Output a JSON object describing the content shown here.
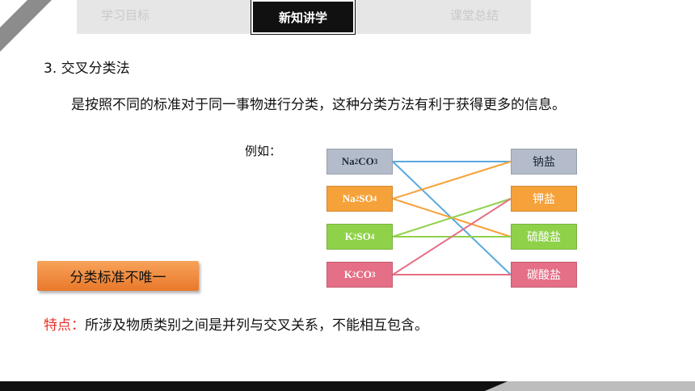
{
  "nav": {
    "tabs": [
      "学习目标",
      "新知讲学",
      "课堂总结"
    ],
    "active_index": 1
  },
  "section_title": "3. 交叉分类法",
  "description": "是按照不同的标准对于同一事物进行分类，这种分类方法有利于获得更多的信息。",
  "example_label": "例如：",
  "compounds": [
    {
      "name": "Na2CO3",
      "parts": [
        "Na",
        "2",
        "CO",
        "3"
      ],
      "color": "#b4bccb"
    },
    {
      "name": "Na2SO4",
      "parts": [
        "Na",
        "2",
        "SO",
        "4"
      ],
      "color": "#f6a23a"
    },
    {
      "name": "K2SO4",
      "parts": [
        "K",
        "2",
        "SO",
        "4"
      ],
      "color": "#8fd24a"
    },
    {
      "name": "K2CO3",
      "parts": [
        "K",
        "2",
        "CO",
        "3"
      ],
      "color": "#e56f86"
    }
  ],
  "categories": [
    {
      "label": "钠盐",
      "color": "#b4bccb"
    },
    {
      "label": "钾盐",
      "color": "#f6a23a"
    },
    {
      "label": "硫酸盐",
      "color": "#8fd24a"
    },
    {
      "label": "碳酸盐",
      "color": "#e56f86"
    }
  ],
  "links": [
    {
      "from": 0,
      "to": 0,
      "color": "#5aa9e0"
    },
    {
      "from": 0,
      "to": 3,
      "color": "#5aa9e0"
    },
    {
      "from": 1,
      "to": 0,
      "color": "#f6a23a"
    },
    {
      "from": 1,
      "to": 2,
      "color": "#f6a23a"
    },
    {
      "from": 2,
      "to": 1,
      "color": "#8fd24a"
    },
    {
      "from": 2,
      "to": 2,
      "color": "#8fd24a"
    },
    {
      "from": 3,
      "to": 1,
      "color": "#e56f86"
    },
    {
      "from": 3,
      "to": 3,
      "color": "#e56f86"
    }
  ],
  "criteria_label": "分类标准不唯一",
  "feature": {
    "label": "特点：",
    "text": "所涉及物质类别之间是并列与交叉关系，不能相互包含。"
  }
}
